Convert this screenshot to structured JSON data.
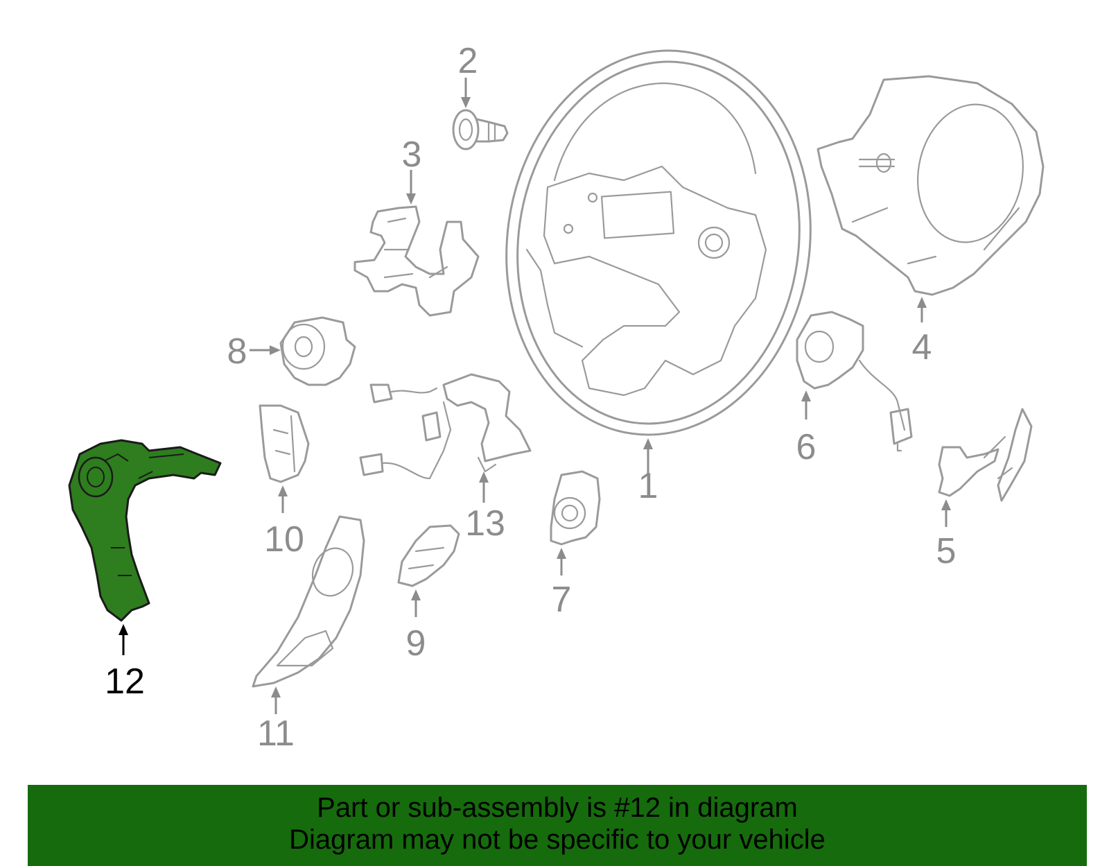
{
  "colors": {
    "highlight_fill": "#2e7d1e",
    "highlight_stroke": "#1a1a1a",
    "part_stroke": "#9a9a9a",
    "label_gray": "#8c8c8c",
    "label_highlight": "#000000",
    "banner_bg": "#166b0d"
  },
  "highlighted_part": "12",
  "callouts": [
    {
      "id": "1",
      "label": "1"
    },
    {
      "id": "2",
      "label": "2"
    },
    {
      "id": "3",
      "label": "3"
    },
    {
      "id": "4",
      "label": "4"
    },
    {
      "id": "5",
      "label": "5"
    },
    {
      "id": "6",
      "label": "6"
    },
    {
      "id": "7",
      "label": "7"
    },
    {
      "id": "8",
      "label": "8"
    },
    {
      "id": "9",
      "label": "9"
    },
    {
      "id": "10",
      "label": "10"
    },
    {
      "id": "11",
      "label": "11"
    },
    {
      "id": "12",
      "label": "12"
    },
    {
      "id": "13",
      "label": "13"
    }
  ],
  "banner": {
    "line1": "Part or sub-assembly is #12 in diagram",
    "line2": "Diagram may not be specific to your vehicle"
  }
}
